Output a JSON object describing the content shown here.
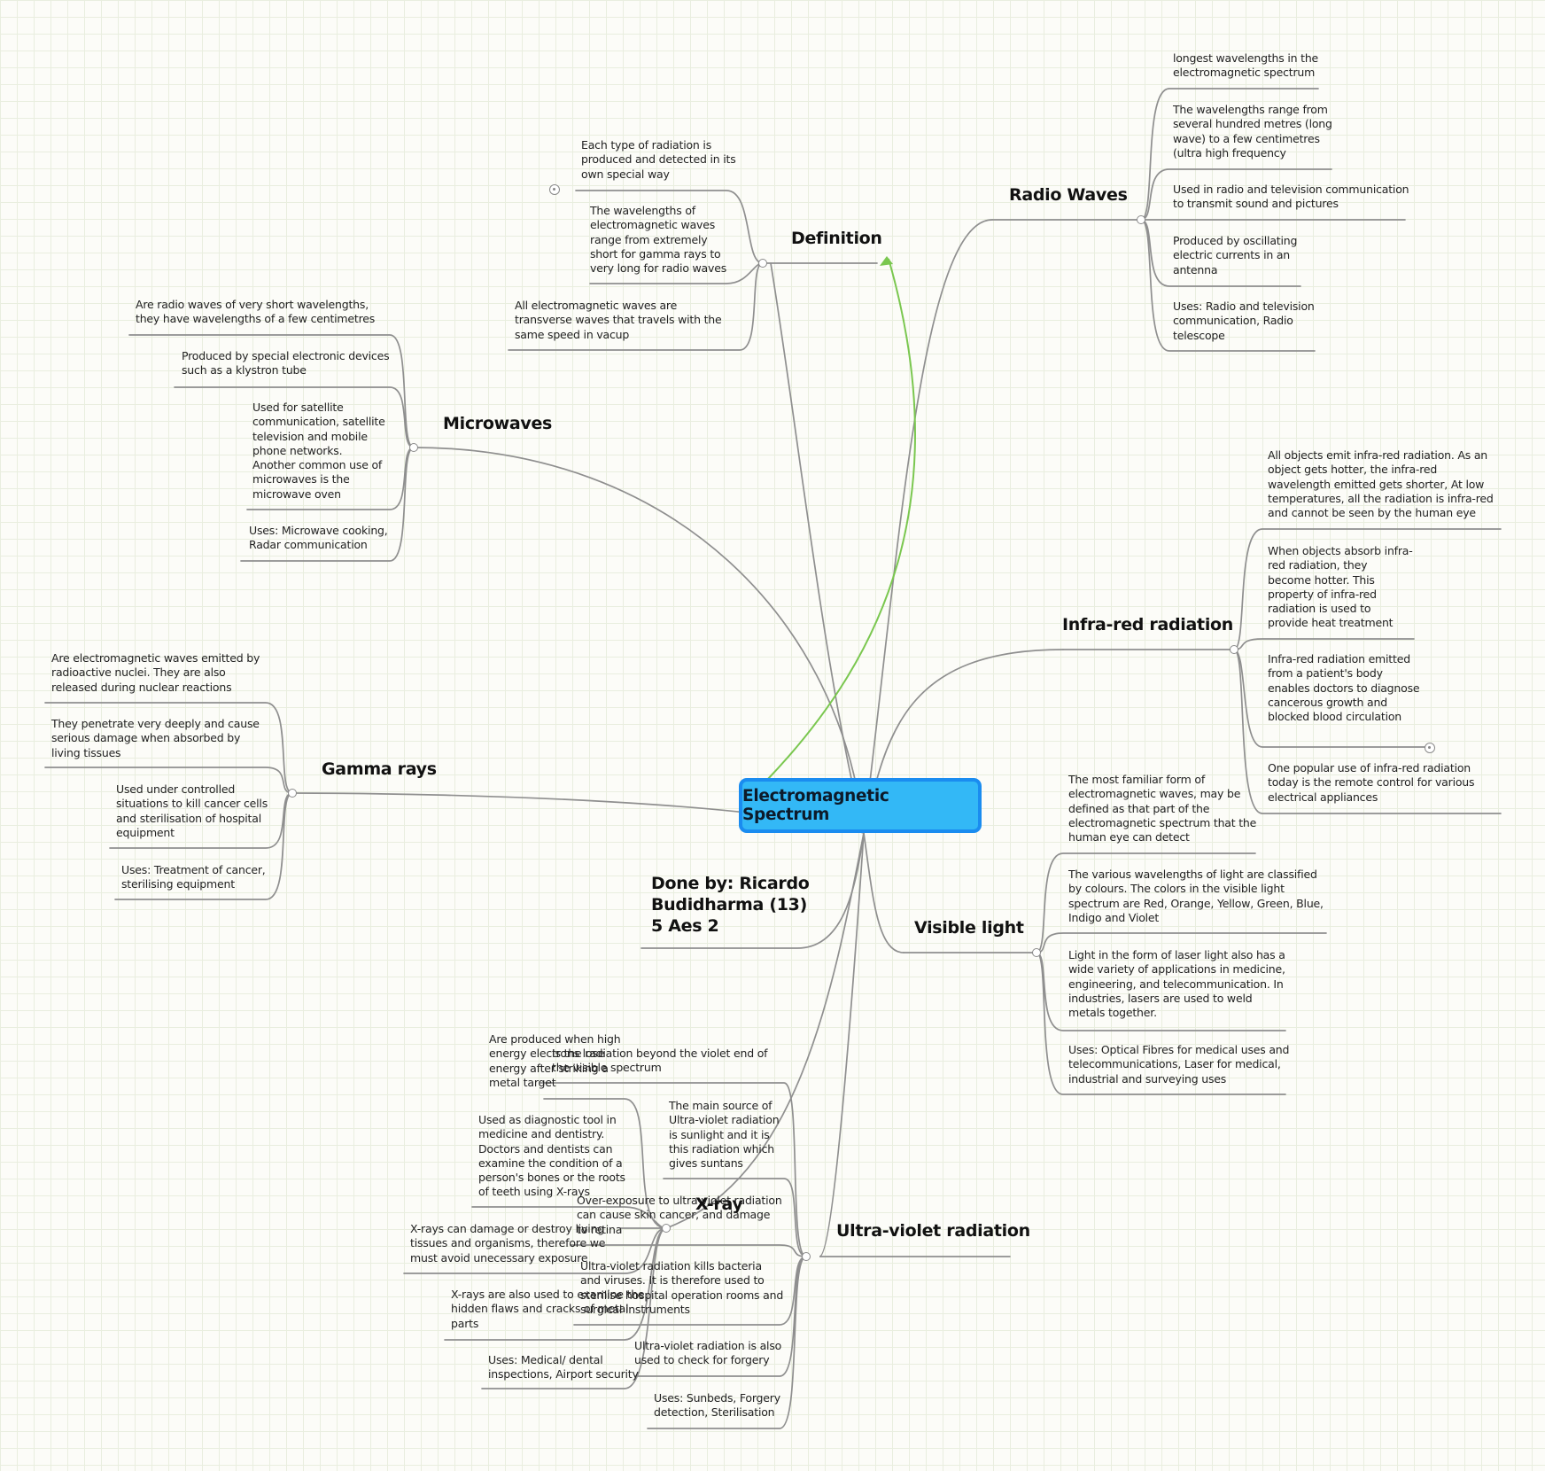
{
  "root": {
    "label": "Electromagnetic Spectrum"
  },
  "credit": {
    "line1": "Done by: Ricardo",
    "line2": "Budidharma (13)",
    "line3": "5 Aes 2"
  },
  "colors": {
    "root_fill": "#33b8f6",
    "root_border": "#1a8cf0",
    "connector": "#8f8f8f",
    "relation_arrow": "#7ac74f"
  },
  "branches": {
    "definition": {
      "title": "Definition",
      "items": [
        "Each type of radiation is produced and detected in its own special way",
        "The wavelengths of electromagnetic waves range from extremely short for gamma rays to very long for radio waves",
        "All electromagnetic waves are transverse waves that travels with the same speed in vacup"
      ]
    },
    "radio": {
      "title": "Radio Waves",
      "items": [
        "longest wavelengths in the electromagnetic spectrum",
        "The wavelengths range from several hundred metres (long wave) to a few centimetres (ultra high frequency",
        "Used in radio and television communication to transmit sound and pictures",
        "Produced by oscillating electric currents in an antenna",
        "Uses: Radio and television communication, Radio telescope"
      ]
    },
    "microwaves": {
      "title": "Microwaves",
      "items": [
        "Are radio waves of very short wavelengths, they have wavelengths of a few centimetres",
        "Produced by special electronic devices such as a klystron tube",
        "Used for satellite communication, satellite television and mobile phone networks. Another common use of microwaves is the microwave oven",
        "Uses: Microwave cooking, Radar communication"
      ]
    },
    "infrared": {
      "title": "Infra-red radiation",
      "items": [
        "All objects emit infra-red radiation. As an object gets hotter, the infra-red wavelength emitted gets shorter, At low temperatures, all the radiation is infra-red and cannot be seen by the human eye",
        "When objects absorb infra-red radiation, they become hotter. This property of infra-red radiation is used to provide heat treatment",
        "Infra-red radiation emitted from a patient's body enables doctors to diagnose cancerous growth and blocked blood circulation",
        "One popular use of infra-red radiation today is the remote control for various electrical appliances"
      ]
    },
    "gamma": {
      "title": "Gamma rays",
      "items": [
        "Are electromagnetic waves emitted by radioactive nuclei. They are also released during nuclear reactions",
        "They penetrate very deeply and cause serious damage when absorbed by living tissues",
        "Used under controlled situations to kill cancer cells and sterilisation of hospital equipment",
        "Uses: Treatment of cancer, sterilising equipment"
      ]
    },
    "visible": {
      "title": "Visible light",
      "items": [
        "The most familiar form of electromagnetic waves, may be defined as that part of the electromagnetic spectrum that the human eye can detect",
        "The various wavelengths of light are classified by colours. The colors in the visible light spectrum are Red, Orange, Yellow, Green, Blue, Indigo and Violet",
        "Light in the form of laser light also has a wide variety of applications in medicine, engineering, and telecommunication. In industries, lasers are used to weld metals together.",
        "Uses: Optical Fibres for medical uses and telecommunications, Laser for medical, industrial and surveying uses"
      ]
    },
    "xray": {
      "title": "X-ray",
      "items": [
        "Are produced when high energy electrons lose energy after striking a metal target",
        "Used as diagnostic tool in medicine and dentistry. Doctors and dentists can examine the condition of a person's bones or the roots of teeth using X-rays",
        "X-rays can damage or destroy living tissues and organisms, therefore we must avoid unecessary exposure",
        "X-rays are also used to examine the hidden flaws and cracks of metal parts",
        "Uses: Medical/ dental inspections, Airport security"
      ]
    },
    "uv": {
      "title": "Ultra-violet radiation",
      "items": [
        "Is the radiation beyond the violet end of the visible spectrum",
        "The main source of Ultra-violet radiation is sunlight and it is this radiation which gives suntans",
        "Over-exposure to ultra-violet radiation can cause skin cancer, and damage to retina",
        "Ultra-violet radiation kills bacteria and viruses. It is therefore used to sterilise hospital operation rooms and surgical instruments",
        "Ultra-violet radiation is also used to check for forgery",
        "Uses: Sunbeds, Forgery detection, Sterilisation"
      ]
    }
  }
}
